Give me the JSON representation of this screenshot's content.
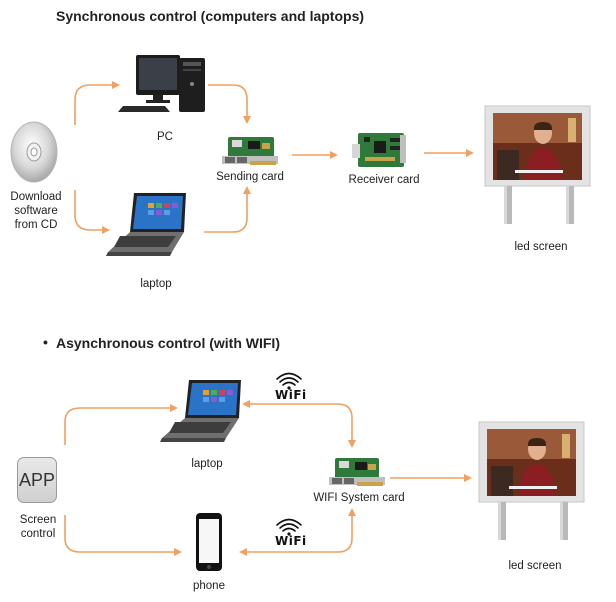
{
  "sync": {
    "title": "Synchronous control (computers and laptops)",
    "cd_label_lines": [
      "Download",
      "software",
      "from CD"
    ],
    "pc_label": "PC",
    "laptop_label": "laptop",
    "sending_card_label": "Sending card",
    "receiver_card_label": "Receiver card",
    "led_label": "led screen"
  },
  "async": {
    "bullet": "•",
    "title": "Asynchronous control (with WIFI)",
    "app_text": "APP",
    "screen_control_lines": [
      "Screen",
      "control"
    ],
    "laptop_label": "laptop",
    "phone_label": "phone",
    "wifi_card_label": "WIFI System card",
    "wifi_text_top": "WiFi",
    "wifi_text_bottom": "WiFi",
    "led_label": "led screen"
  },
  "colors": {
    "arrow": "#f0a060",
    "pcb": "#2f7a3a",
    "frame": "#d0d0d0"
  },
  "icons": [
    "cd-icon",
    "pc-icon",
    "laptop-icon",
    "sending-card-icon",
    "receiver-card-icon",
    "led-screen-icon",
    "app-icon",
    "phone-icon",
    "wifi-icon"
  ]
}
